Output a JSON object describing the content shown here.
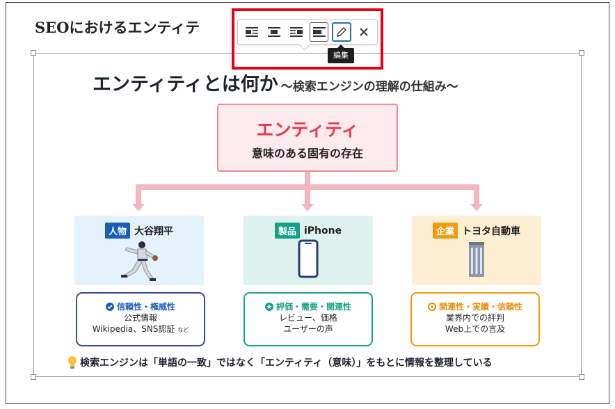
{
  "post": {
    "heading": "SEOにおけるエンティテ"
  },
  "toolbar": {
    "buttons": [
      {
        "name": "align-left"
      },
      {
        "name": "align-center"
      },
      {
        "name": "align-right"
      },
      {
        "name": "align-none"
      },
      {
        "name": "edit"
      },
      {
        "name": "remove"
      }
    ],
    "tooltip": "編集"
  },
  "infographic": {
    "title": "エンティティとは何か",
    "subtitle": "〜検索エンジンの理解の仕組み〜",
    "main": {
      "title": "エンティティ",
      "subtitle": "意味のある固有の存在"
    },
    "cards": [
      {
        "tag": "人物",
        "name": "大谷翔平",
        "tag_color": "#1a5fb4",
        "bg_color": "#e4f2fc",
        "border_color": "#3a4a8c",
        "head_color": "#1a5fb4",
        "icon": "baseball-player-icon",
        "detail_head": "信頼性・権威性",
        "lines": [
          "公式情報",
          "Wikipedia、SNS認証"
        ],
        "note": "など"
      },
      {
        "tag": "製品",
        "name": "iPhone",
        "tag_color": "#16a088",
        "bg_color": "#def3ee",
        "border_color": "#1aa38b",
        "head_color": "#16a088",
        "icon": "smartphone-icon",
        "detail_head": "評価・需要・関連性",
        "lines": [
          "レビュー、価格",
          "ユーザーの声"
        ],
        "note": ""
      },
      {
        "tag": "企業",
        "name": "トヨタ自動車",
        "tag_color": "#ef9b0f",
        "bg_color": "#fdf0d2",
        "border_color": "#ef9b0f",
        "head_color": "#e4900a",
        "icon": "building-icon",
        "detail_head": "関連性・実績・信頼性",
        "lines": [
          "業界内での評判",
          "Web上での言及"
        ],
        "note": ""
      }
    ],
    "footnote": "検索エンジンは「単語の一致」ではなく「エンティティ（意味）」をもとに情報を整理している"
  },
  "colors": {
    "highlight": "#e60012",
    "accent_pink": "#e8394d",
    "connector": "#f5b7bf",
    "edit_border": "#2271b1"
  }
}
